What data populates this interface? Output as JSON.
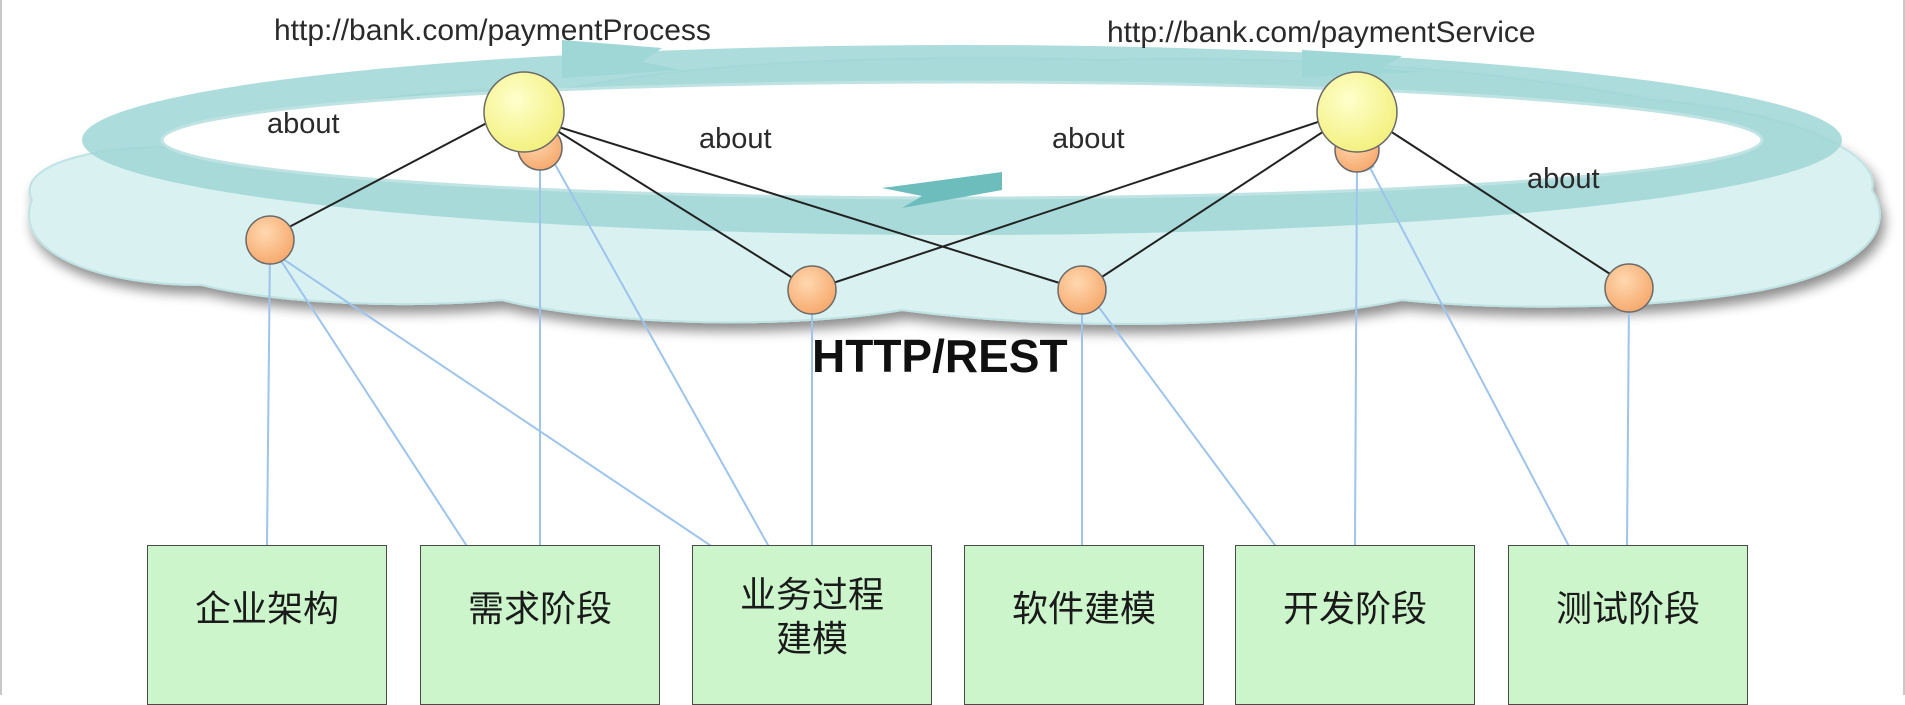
{
  "resources": [
    {
      "url": "http://bank.com/paymentProcess"
    },
    {
      "url": "http://bank.com/paymentService"
    }
  ],
  "relations": {
    "about_1": "about",
    "about_2": "about",
    "about_3": "about",
    "about_4": "about"
  },
  "protocol": "HTTP/REST",
  "stages": [
    {
      "label": "企业架构"
    },
    {
      "label": "需求阶段"
    },
    {
      "label": "业务过程建模"
    },
    {
      "label": "软件建模"
    },
    {
      "label": "开发阶段"
    },
    {
      "label": "测试阶段"
    }
  ],
  "colors": {
    "cloud": "#a8dcdc",
    "cloud_light": "#d9f1f1",
    "resource_node": "#ffff99",
    "artifact_node": "#ffc080",
    "stage_fill": "#ccf5cc",
    "link_line": "#9ec4ec",
    "relation_line": "#222222"
  }
}
